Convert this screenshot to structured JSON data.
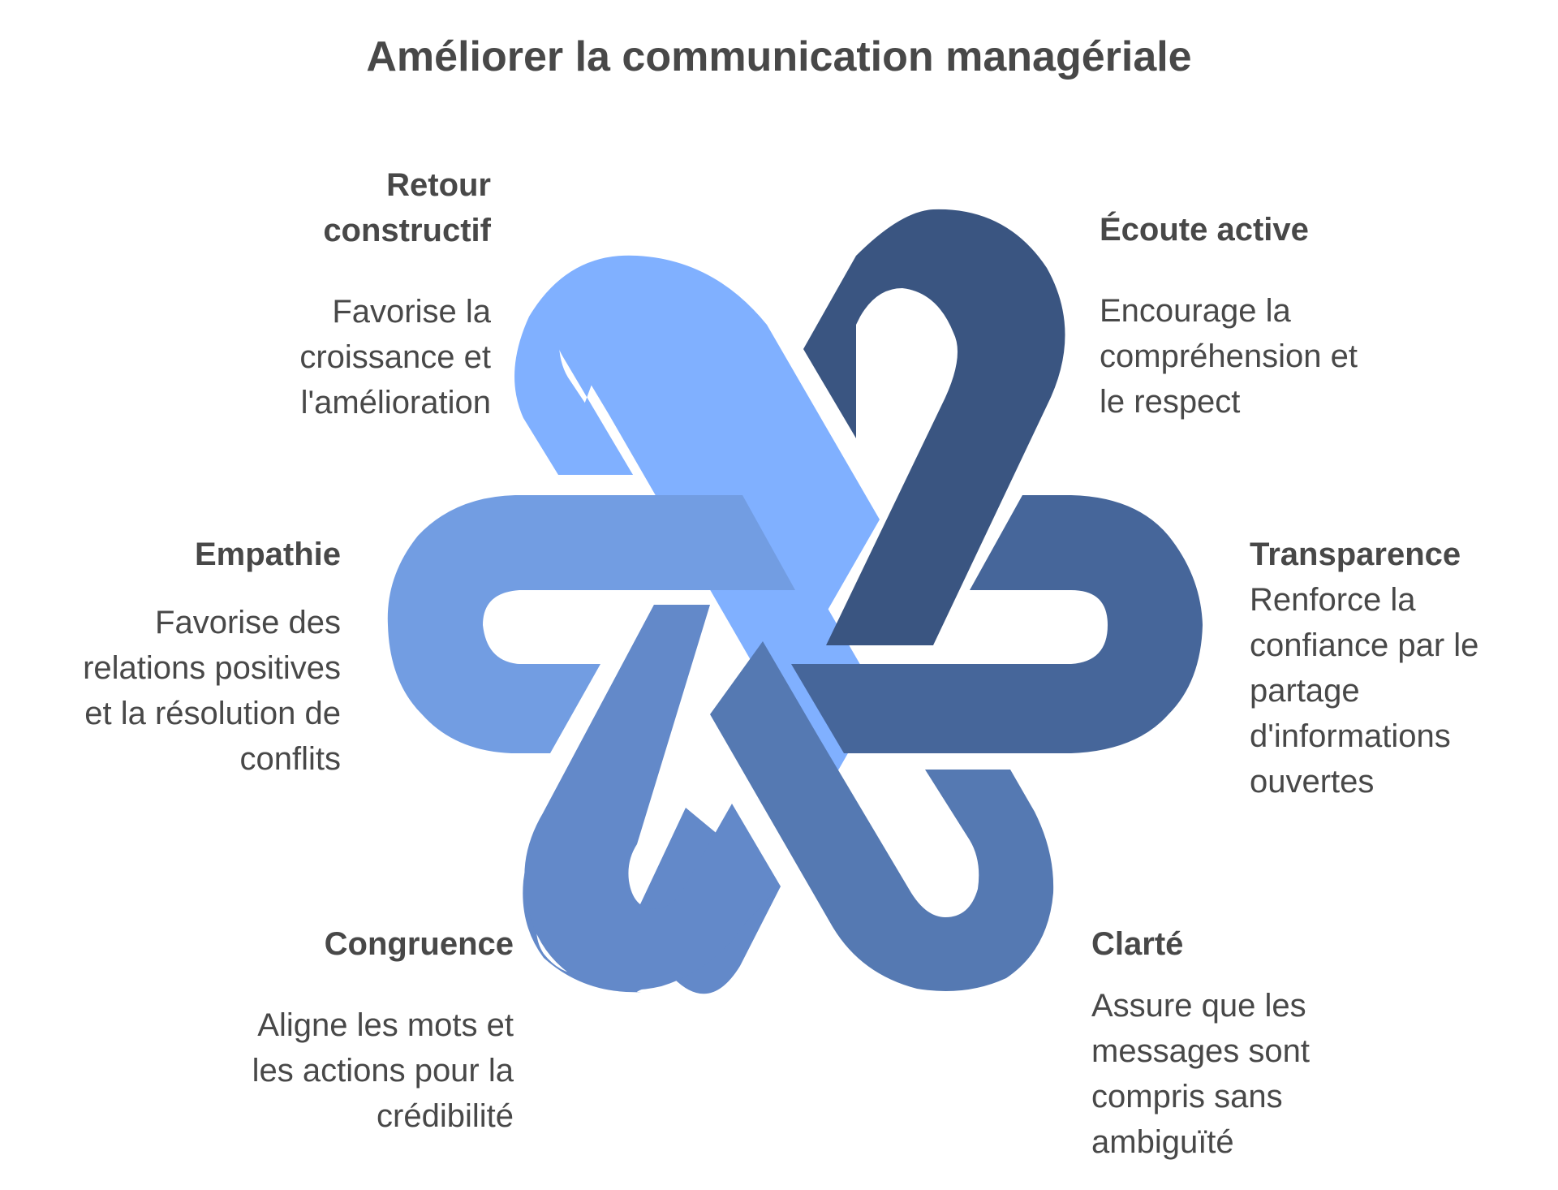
{
  "title": "Améliorer la communication managériale",
  "colors": {
    "text": "#484848",
    "retour_constructif": "#80B0FF",
    "ecoute_active": "#3A5581",
    "empathie": "#729DE2",
    "transparence": "#46669A",
    "congruence": "#6389C9",
    "clarte": "#5579B2"
  },
  "items": [
    {
      "id": "retour_constructif",
      "title_lines": [
        "Retour",
        "constructif"
      ],
      "desc_lines": [
        "Favorise la",
        "croissance et",
        "l'amélioration"
      ]
    },
    {
      "id": "ecoute_active",
      "title_lines": [
        "Écoute active"
      ],
      "desc_lines": [
        "Encourage la",
        "compréhension et",
        "le respect"
      ]
    },
    {
      "id": "empathie",
      "title_lines": [
        "Empathie"
      ],
      "desc_lines": [
        "Favorise des",
        "relations positives",
        "et la résolution de",
        "conflits"
      ]
    },
    {
      "id": "transparence",
      "title_lines": [
        "Transparence"
      ],
      "desc_lines": [
        "Renforce la",
        "confiance par le",
        "partage",
        "d'informations",
        "ouvertes"
      ]
    },
    {
      "id": "congruence",
      "title_lines": [
        "Congruence"
      ],
      "desc_lines": [
        "Aligne les mots et",
        "les actions pour la",
        "crédibilité"
      ]
    },
    {
      "id": "clarte",
      "title_lines": [
        "Clarté"
      ],
      "desc_lines": [
        "Assure que les",
        "messages sont",
        "compris sans",
        "ambiguïté"
      ]
    }
  ]
}
